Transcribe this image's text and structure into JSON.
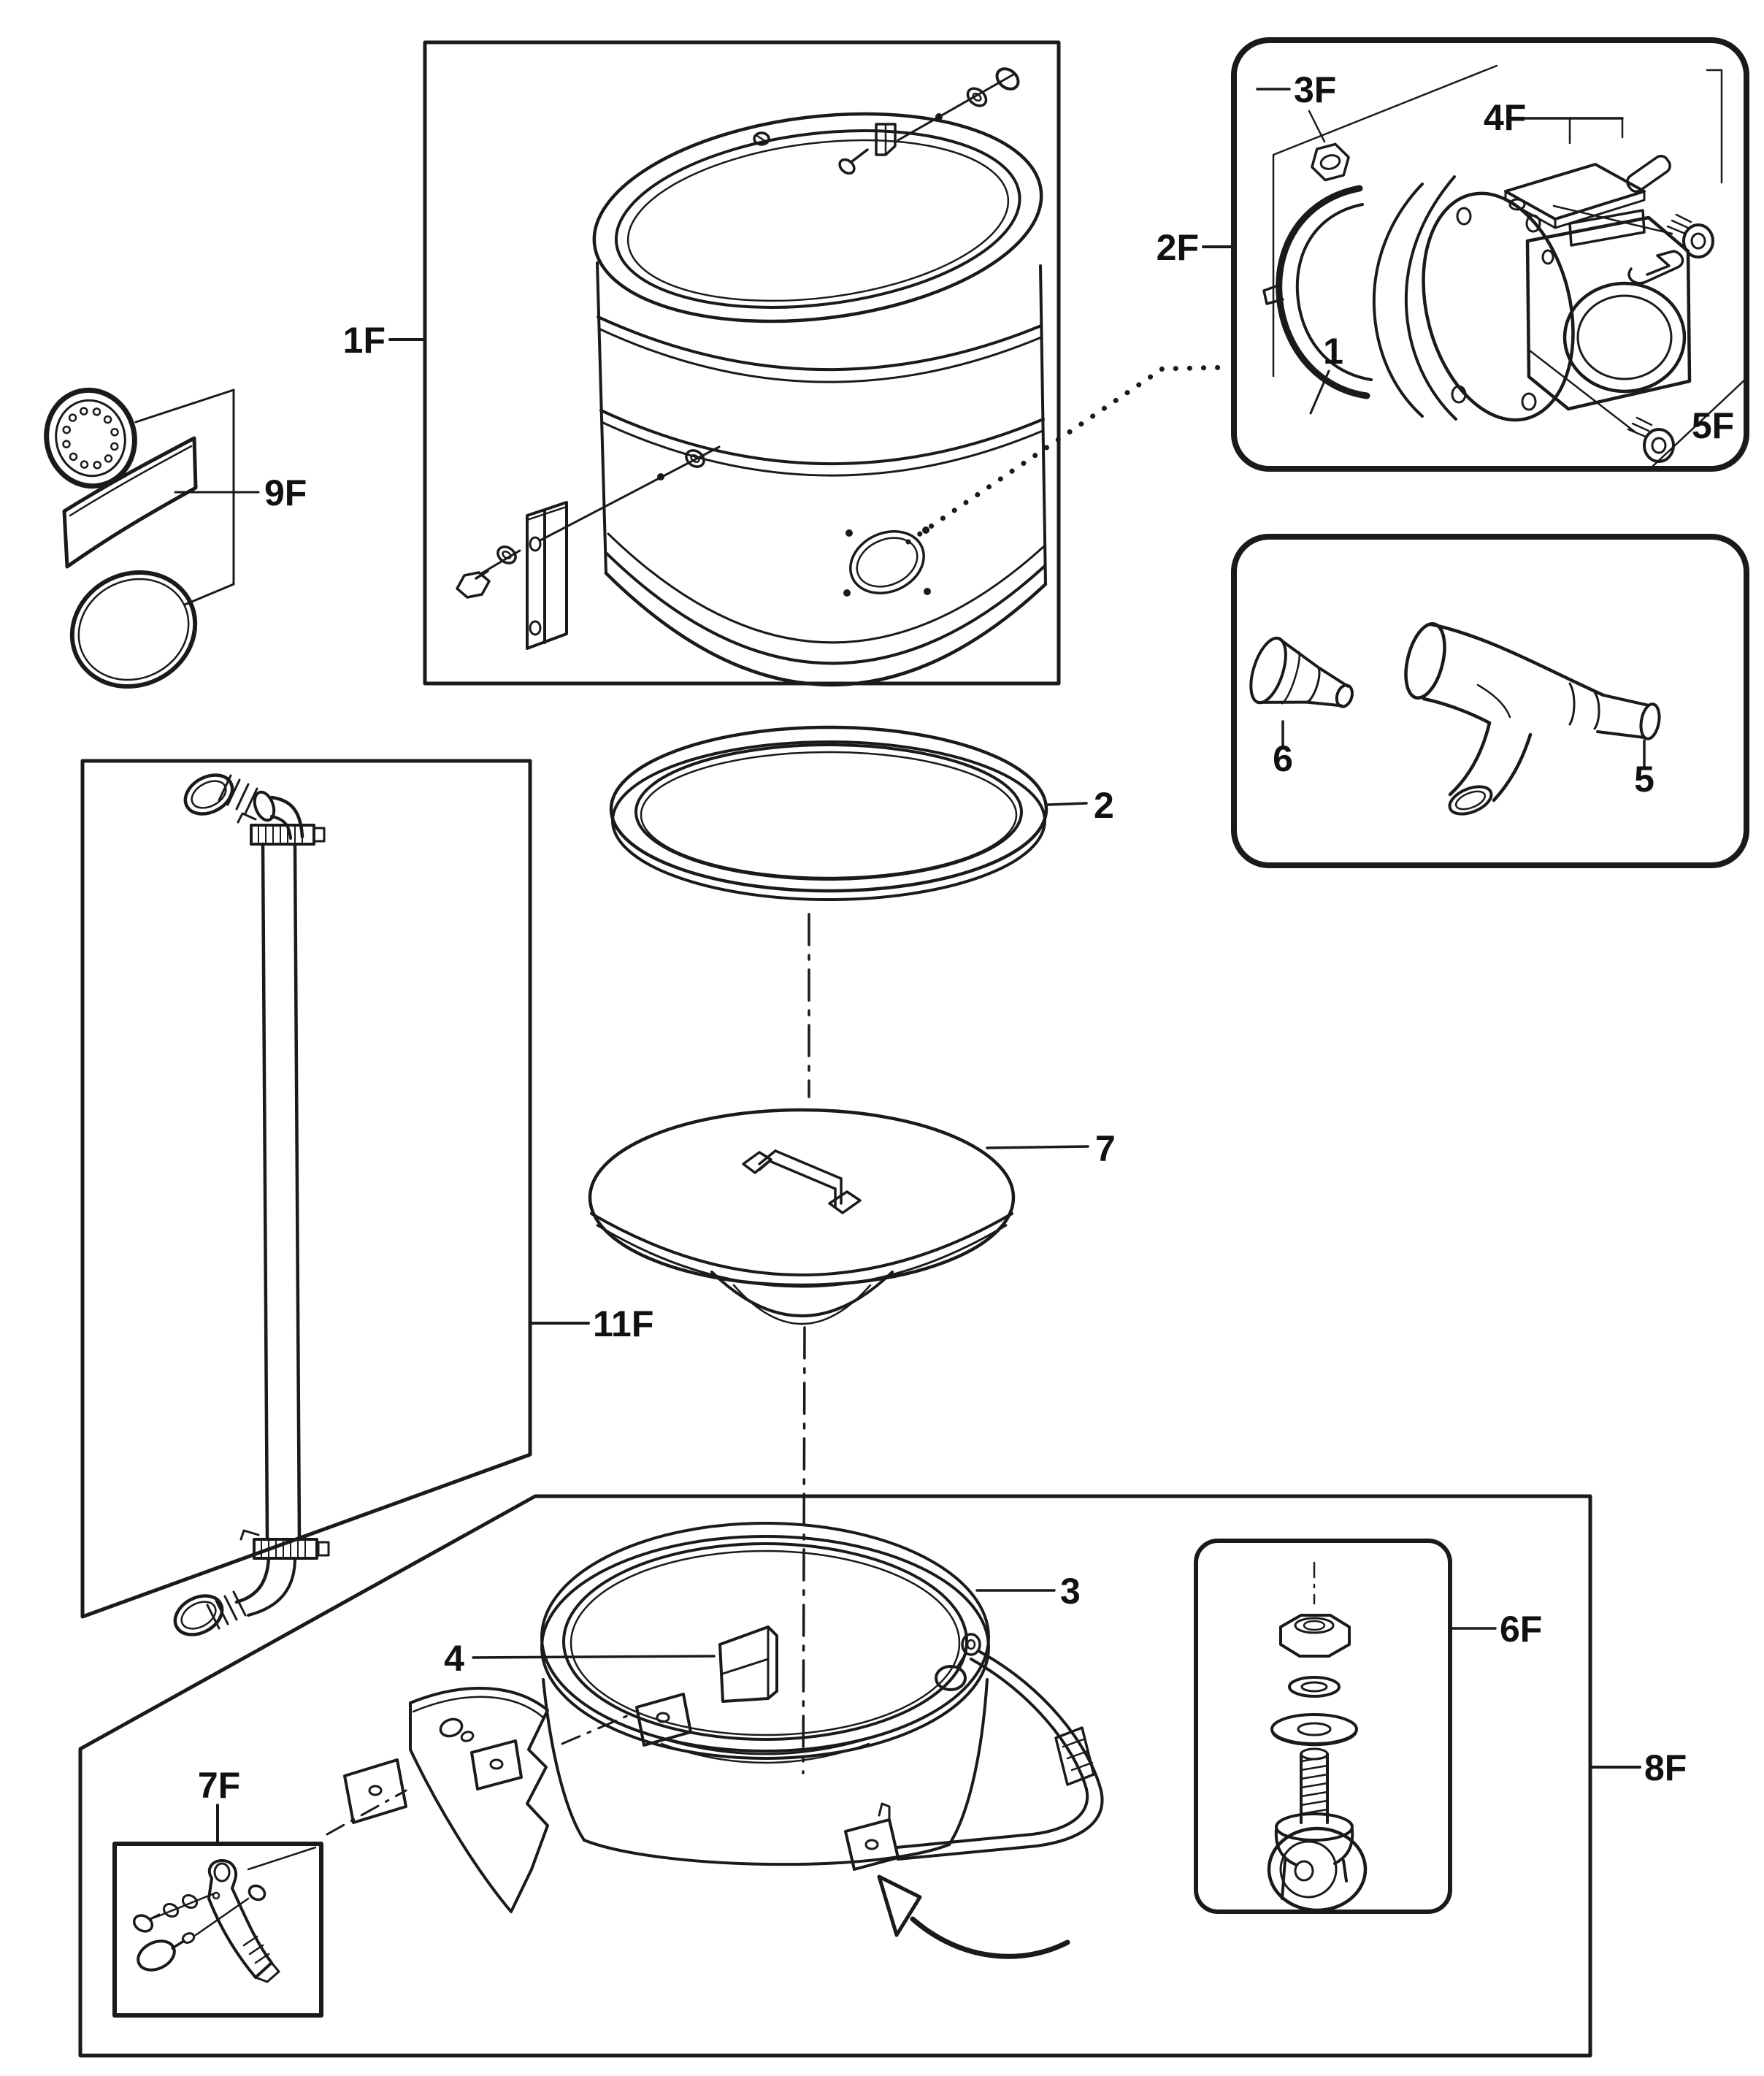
{
  "figure": {
    "type": "exploded-parts-diagram",
    "background_color": "#ffffff",
    "line_color": "#1a1a1a",
    "text_color": "#111111"
  },
  "callouts": {
    "tank_assembly": "1F",
    "gasket_kit": "9F",
    "blower_assembly": "2F",
    "mount_nut": "3F",
    "cover_plate_kit": "4F",
    "blower_housing": "1",
    "mounting_screws": "5F",
    "hose_reducer": "6",
    "y_hose_connector": "5",
    "tank_seal_ring": "2",
    "tank_lid": "7",
    "handle_tube_assembly": "11F",
    "dirt_bucket": "3",
    "wedge_bracket": "4",
    "caster_assembly": "6F",
    "latch_assembly": "7F",
    "base_assembly": "8F"
  }
}
